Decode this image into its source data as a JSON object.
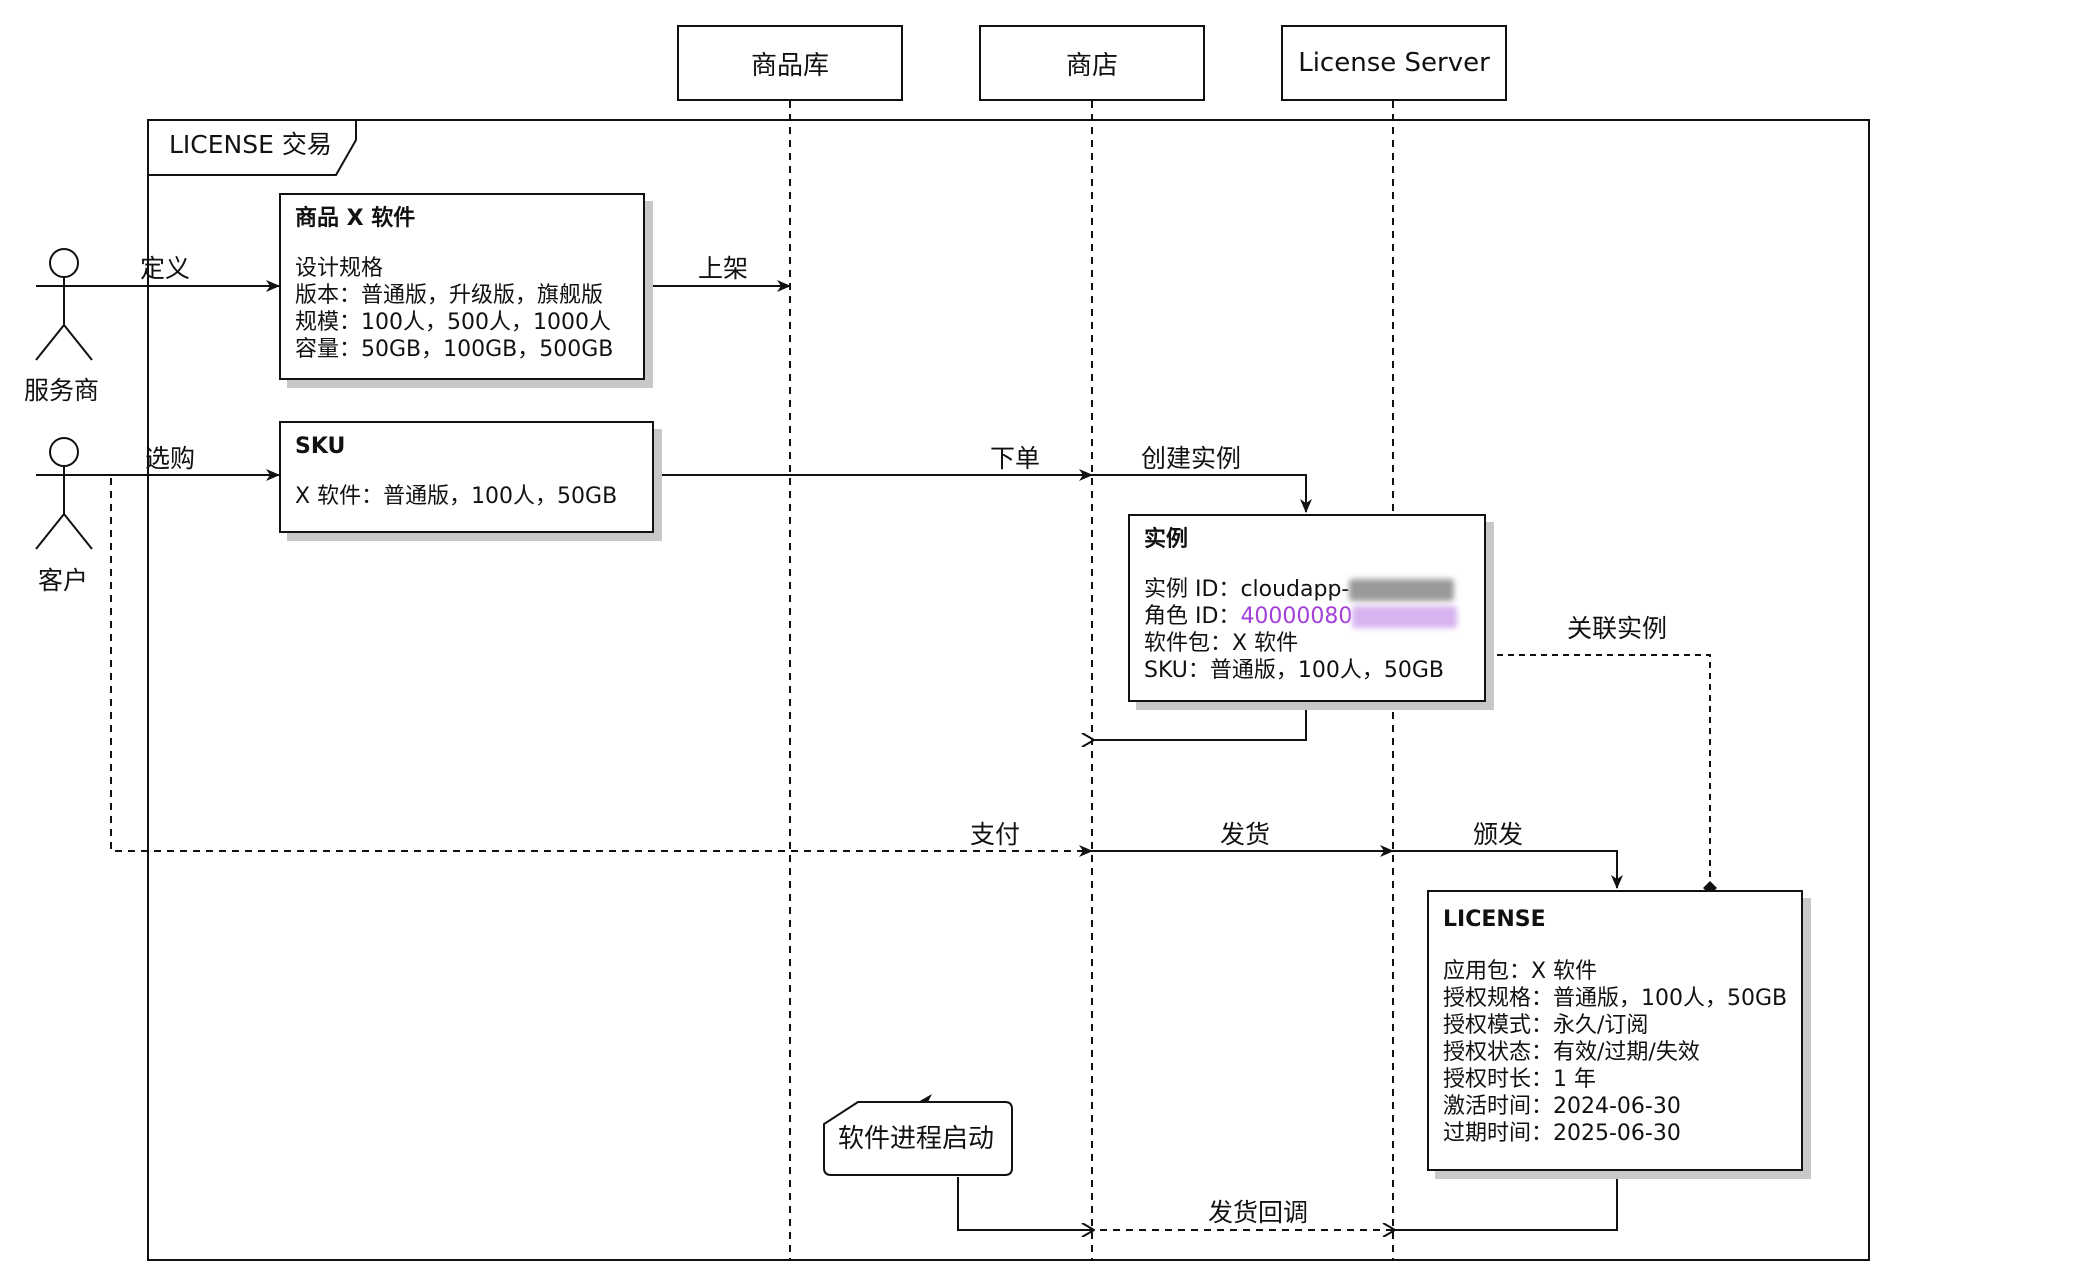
{
  "frame": {
    "label": "LICENSE 交易"
  },
  "actors": [
    {
      "id": "provider",
      "label": "服务商"
    },
    {
      "id": "customer",
      "label": "客户"
    }
  ],
  "lifelines": [
    {
      "id": "catalog",
      "label": "商品库"
    },
    {
      "id": "store",
      "label": "商店"
    },
    {
      "id": "license_server",
      "label": "License Server"
    }
  ],
  "messages": {
    "define": "定义",
    "publish": "上架",
    "select": "选购",
    "order": "下单",
    "create_instance": "创建实例",
    "link_instance": "关联实例",
    "pay": "支付",
    "ship": "发货",
    "issue": "颁发",
    "ship_callback": "发货回调"
  },
  "product_box": {
    "title": "商品 X 软件",
    "lines": [
      "设计规格",
      "版本：普通版，升级版，旗舰版",
      "规模：100人，500人，1000人",
      "容量：50GB，100GB，500GB"
    ]
  },
  "sku_box": {
    "title": "SKU",
    "lines": [
      "X 软件：普通版，100人，50GB"
    ]
  },
  "instance_box": {
    "title": "实例",
    "instance_id_label": "实例 ID：",
    "instance_id_value": "cloudapp-",
    "role_id_label": "角色 ID：",
    "role_id_value": "40000080",
    "role_id_color": "#a33fd9",
    "package": "软件包：X 软件",
    "sku": "SKU：普通版，100人，50GB"
  },
  "license_box": {
    "title": "LICENSE",
    "lines": [
      "应用包：X 软件",
      "授权规格：普通版，100人，50GB",
      "授权模式：永久/订阅",
      "授权状态：有效/过期/失效",
      "授权时长：1 年",
      "激活时间：2024-06-30",
      "过期时间：2025-06-30"
    ]
  },
  "note": {
    "label": "软件进程启动"
  }
}
